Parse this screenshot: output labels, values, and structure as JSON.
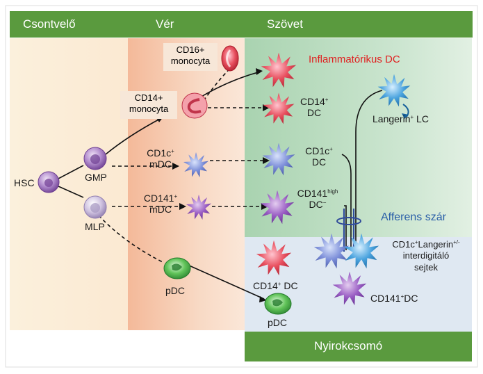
{
  "columns": {
    "bone_marrow": "Csontvelő",
    "blood": "Vér",
    "tissue": "Szövet",
    "lymph_node": "Nyirokcsomó"
  },
  "labels": {
    "hsc": "HSC",
    "gmp": "GMP",
    "mlp": "MLP",
    "cd16_monocyte": "CD16+\nmonocyta",
    "cd14_monocyte": "CD14+\nmonocyta",
    "cd1c_mdc_1": "CD1c",
    "cd1c_mdc_sup": "+",
    "cd1c_mdc_2": "mDC",
    "cd141_mdc_1": "CD141",
    "cd141_mdc_sup": "+",
    "cd141_mdc_2": "mDC",
    "pdc_blood": "pDC",
    "inflammatory_dc": "Inflammatórikus DC",
    "cd14_dc_1": "CD14",
    "cd14_dc_sup": "+",
    "cd14_dc_2": "DC",
    "cd1c_dc_1": "CD1c",
    "cd1c_dc_sup": "+",
    "cd1c_dc_2": "DC",
    "cd141_high_1": "CD141",
    "cd141_high_sup": "high",
    "cd141_high_2": "DC",
    "cd141_high_sup2": "−",
    "langerin_lc_1": "Langerin",
    "langerin_lc_sup": "+",
    "langerin_lc_2": " LC",
    "afferent": "Afferens szár",
    "interdigit_1": "CD1c",
    "interdigit_sup1": "+",
    "interdigit_2": "Langerin",
    "interdigit_sup2": "+/-",
    "interdigit_3": "interdigitáló",
    "interdigit_4": "sejtek",
    "cd14_dc_ln_1": "CD14",
    "cd14_dc_ln_sup": "+",
    "cd14_dc_ln_2": " DC",
    "pdc_ln": "pDC",
    "cd141_dc_ln_1": "CD141",
    "cd141_dc_ln_sup": "+",
    "cd141_dc_ln_2": "DC"
  },
  "colors": {
    "header_green": "#5a9a3e",
    "marrow_bg": "#fbeed8",
    "blood_bg": "#f6cdb0",
    "tissue_bg": "#cfe7d3",
    "lymph_bg": "#dde7f1",
    "inflammatory_text": "#e02020",
    "afferent_text": "#2a5fa8"
  }
}
